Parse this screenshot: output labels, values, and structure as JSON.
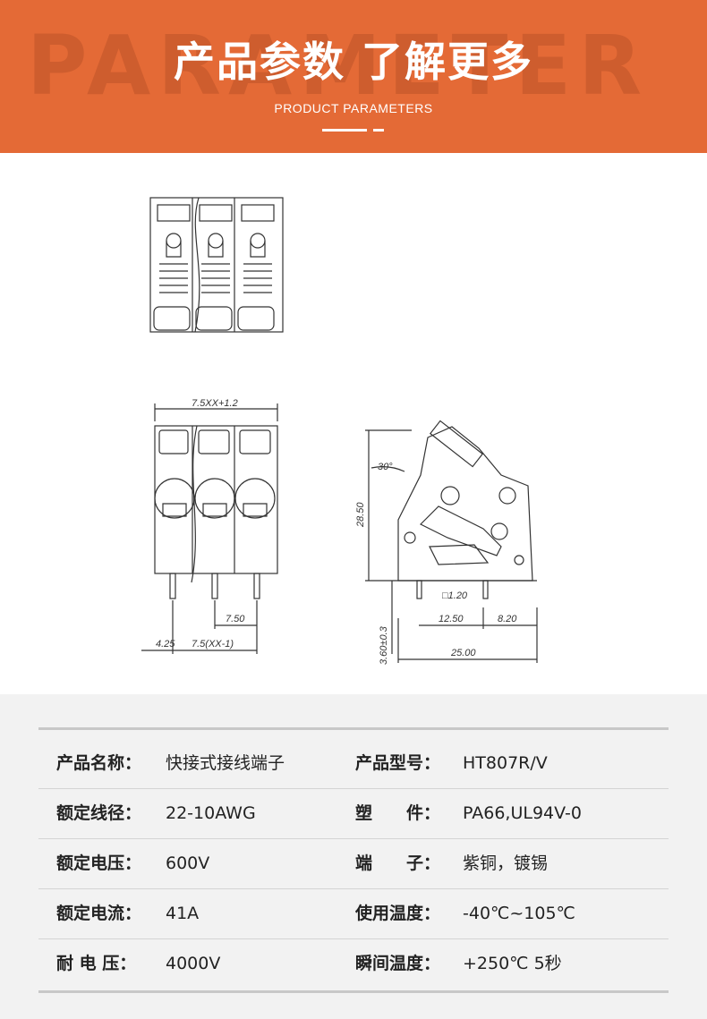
{
  "header": {
    "watermark": "PARAMETER",
    "title_cn": "产品参数 了解更多",
    "title_en": "PRODUCT PARAMETERS"
  },
  "drawing": {
    "dim_overall": "7.5XX+1.2",
    "dim_pitch": "7.50",
    "dim_edge": "4.25",
    "dim_span": "7.5(XX-1)",
    "dim_angle": "30°",
    "dim_height": "28.50",
    "dim_pin": "□1.20",
    "dim_12_50": "12.50",
    "dim_8_20": "8.20",
    "dim_pin_len": "3.60±0.3",
    "dim_25_00": "25.00"
  },
  "specs": {
    "rows": [
      {
        "l_label": "产品名称：",
        "l_value": "快接式接线端子",
        "r_label": "产品型号：",
        "r_value": "HT807R/V"
      },
      {
        "l_label": "额定线径：",
        "l_value": "22-10AWG",
        "r_label": "塑　　件：",
        "r_value": "PA66,UL94V-0"
      },
      {
        "l_label": "额定电压：",
        "l_value": "600V",
        "r_label": "端　　子：",
        "r_value": "紫铜，镀锡"
      },
      {
        "l_label": "额定电流：",
        "l_value": "41A",
        "r_label": "使用温度：",
        "r_value": "-40℃~105℃"
      },
      {
        "l_label": "耐 电 压：",
        "l_value": "4000V",
        "r_label": "瞬间温度：",
        "r_value": "+250℃ 5秒"
      }
    ]
  },
  "colors": {
    "accent": "#e46a36",
    "text": "#222222",
    "spec_bg": "#f2f2f2"
  }
}
